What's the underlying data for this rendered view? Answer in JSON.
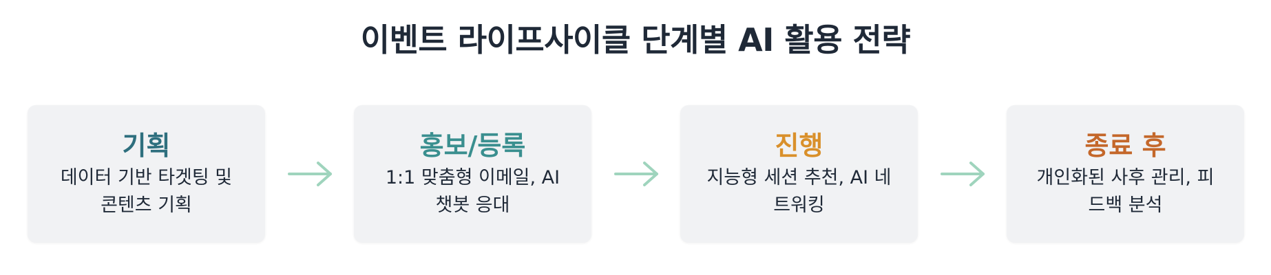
{
  "title": "이벤트 라이프사이클 단계별 AI 활용 전략",
  "stages": [
    {
      "title": "기획",
      "desc_line1": "데이터 기반 타겟팅 및",
      "desc_line2": "콘텐츠 기획",
      "color": "#2e6f7e"
    },
    {
      "title": "홍보/등록",
      "desc_line1": "1:1 맞춤형 이메일, AI",
      "desc_line2": "챗봇 응대",
      "color": "#3a8f8f"
    },
    {
      "title": "진행",
      "desc_line1": "지능형 세션 추천, AI 네",
      "desc_line2": "트워킹",
      "color": "#d9902b"
    },
    {
      "title": "종료 후",
      "desc_line1": "개인화된 사후 관리, 피",
      "desc_line2": "드백 분석",
      "color": "#c4672a"
    }
  ],
  "arrow_color": "#9fd4bd",
  "arrow_icon": "arrow-right-icon"
}
